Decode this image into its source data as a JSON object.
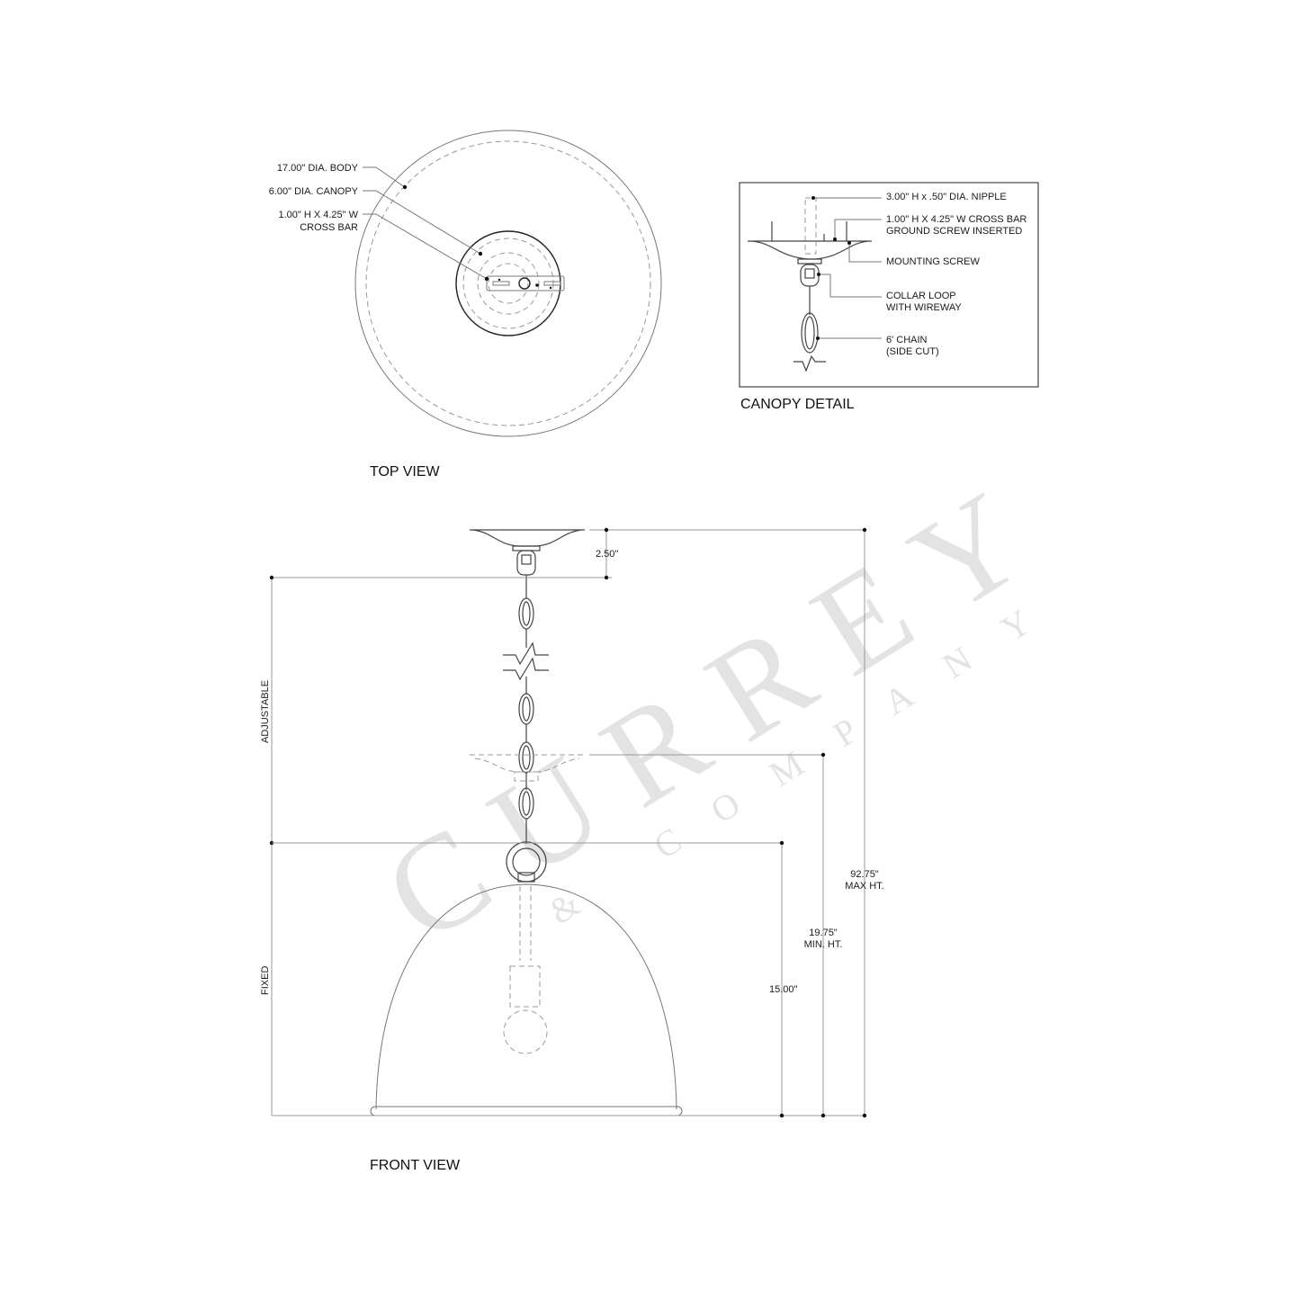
{
  "top_view": {
    "title": "TOP VIEW",
    "callouts": [
      {
        "lines": [
          "17.00\" DIA. BODY"
        ]
      },
      {
        "lines": [
          "6.00\" DIA. CANOPY"
        ]
      },
      {
        "lines": [
          "1.00\" H X 4.25\" W",
          "CROSS BAR"
        ]
      }
    ]
  },
  "canopy_detail": {
    "title": "CANOPY DETAIL",
    "callouts": [
      {
        "lines": [
          "3.00\" H x .50\" DIA. NIPPLE"
        ]
      },
      {
        "lines": [
          "1.00\" H X 4.25\" W CROSS BAR",
          "GROUND SCREW INSERTED"
        ]
      },
      {
        "lines": [
          "MOUNTING SCREW"
        ]
      },
      {
        "lines": [
          "COLLAR LOOP",
          "WITH WIREWAY"
        ]
      },
      {
        "lines": [
          "6' CHAIN",
          "(SIDE CUT)"
        ]
      }
    ]
  },
  "front_view": {
    "title": "FRONT VIEW",
    "side_labels": {
      "adjustable": "ADJUSTABLE",
      "fixed": "FIXED"
    },
    "dimensions": {
      "canopy_height": "2.50\"",
      "fixed_height": "15.00\"",
      "min_height": [
        "19.75\"",
        "MIN. HT."
      ],
      "max_height": [
        "92.75\"",
        "MAX HT."
      ]
    }
  },
  "watermark": {
    "brand": "CURREY",
    "sub": "& COMPANY"
  }
}
